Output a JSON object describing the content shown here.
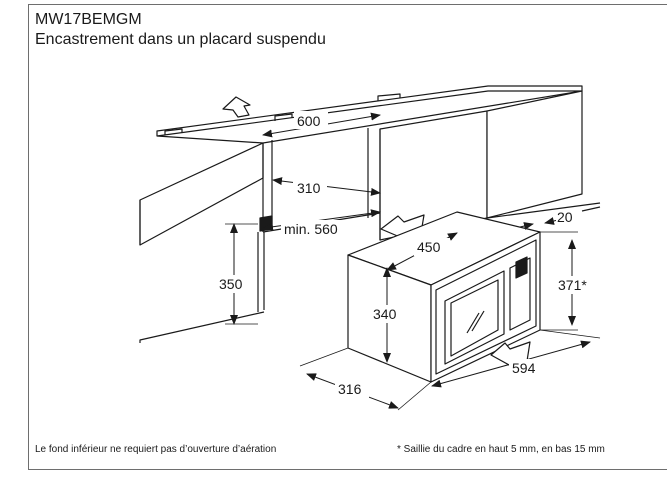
{
  "header": {
    "model": "MW17BEMGM",
    "subtitle": "Encastrement dans un placard suspendu"
  },
  "dimensions": {
    "cabinet_width": "600",
    "inner_depth": "310",
    "min_width": "min. 560",
    "height_350": "350",
    "oven_depth": "450",
    "frame_projection": "20",
    "height_371": "371*",
    "height_340": "340",
    "width_316": "316",
    "width_594": "594"
  },
  "footer": {
    "left_note": "Le fond inférieur ne requiert pas d’ouverture d’aération",
    "right_note": "* Saillie du cadre en haut 5 mm, en bas 15 mm"
  }
}
